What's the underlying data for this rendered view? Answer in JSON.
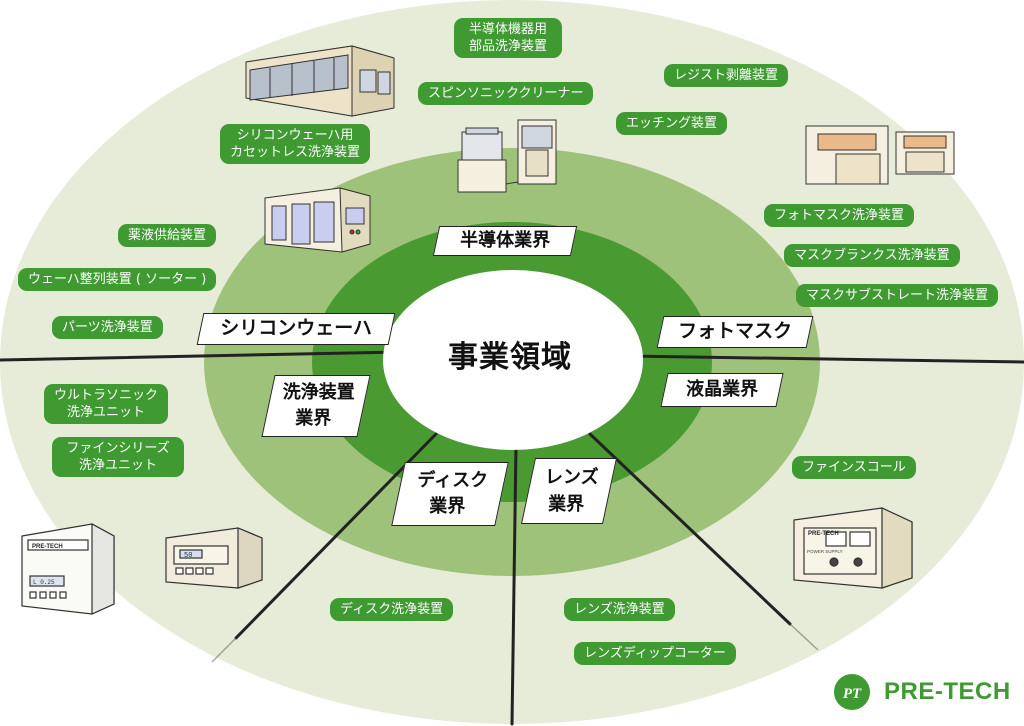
{
  "center_title": "事業領域",
  "sectors": {
    "semiconductor": "半導体業界",
    "silicon_wafer": "シリコンウェーハ",
    "photomask": "フォトマスク",
    "lcd": "液晶業界",
    "cleaning_equipment_line1": "洗浄装置",
    "cleaning_equipment_line2": "業界",
    "disk_line1": "ディスク",
    "disk_line2": "業界",
    "lens_line1": "レンズ",
    "lens_line2": "業界"
  },
  "products": {
    "semi_parts_line1": "半導体機器用",
    "semi_parts_line2": "部品洗浄装置",
    "spinsonic": "スピンソニッククリーナー",
    "resist_strip": "レジスト剥離装置",
    "etching": "エッチング装置",
    "cassetteless_line1": "シリコンウェーハ用",
    "cassetteless_line2": "カセットレス洗浄装置",
    "chemical_supply": "薬液供給装置",
    "wafer_sorter": "ウェーハ整列装置 ( ソーター )",
    "parts_cleaning": "パーツ洗浄装置",
    "photomask_cleaning": "フォトマスク洗浄装置",
    "mask_blanks": "マスクブランクス洗浄装置",
    "mask_substrate": "マスクサブストレート洗浄装置",
    "ultrasonic_line1": "ウルトラソニック",
    "ultrasonic_line2": "洗浄ユニット",
    "fine_series_line1": "ファインシリーズ",
    "fine_series_line2": "洗浄ユニット",
    "fine_scall": "ファインスコール",
    "disk_cleaning": "ディスク洗浄装置",
    "lens_cleaning": "レンズ洗浄装置",
    "lens_dip": "レンズディップコーター"
  },
  "device_labels": {
    "unit_left_brand": "PRE-TECH",
    "unit_left_display": "L 0.25",
    "unit_mid_display": "50",
    "unit_right_brand": "PRE-TECH",
    "unit_right_caption": "POWER SUPPLY"
  },
  "logo": {
    "mark": "PT",
    "text": "PRE-TECH"
  },
  "colors": {
    "outer_ring": "#e6ecd8",
    "middle_ring": "#9fc27a",
    "inner_ring": "#4a9a32",
    "pill": "#3f9a32",
    "center": "#ffffff"
  }
}
